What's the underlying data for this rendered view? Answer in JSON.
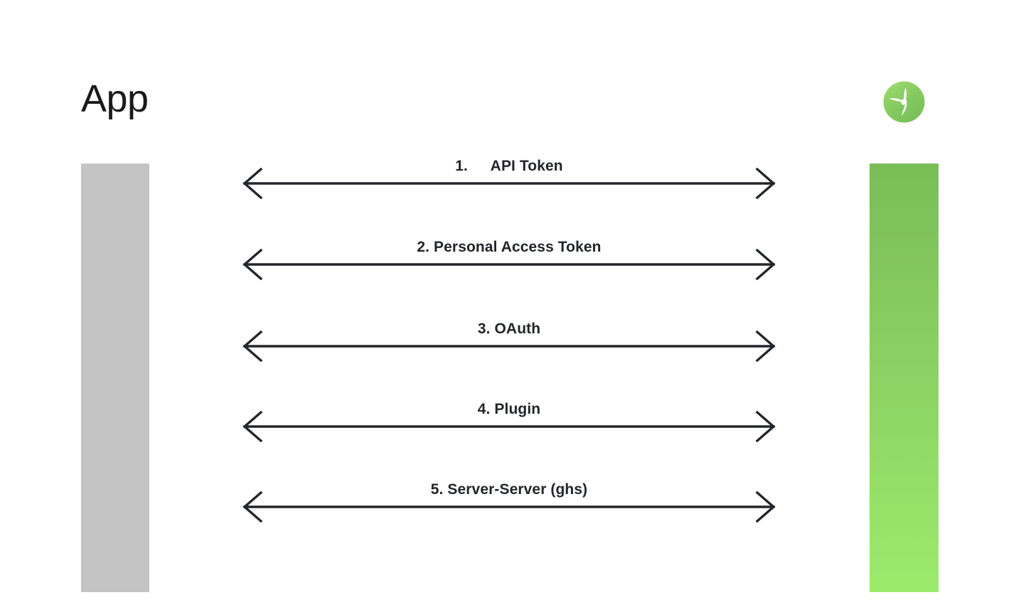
{
  "diagram": {
    "type": "sequence-diagram",
    "background_color": "#ffffff",
    "actors": {
      "left": {
        "title": "App",
        "lifeline_color": "#c4c4c4"
      },
      "right": {
        "title": "",
        "logo_icon": "propeller-logo-icon",
        "logo_circle_color_top": "#79bd57",
        "logo_circle_color_bottom": "#9ceb6c",
        "logo_blade_color": "#ffffff",
        "lifeline_gradient_top": "#79bd57",
        "lifeline_gradient_mid": "#8bd163",
        "lifeline_gradient_bottom": "#9ceb6c"
      }
    },
    "arrow_color": "#22262a",
    "arrow_style": "double-headed-open-v",
    "messages": [
      {
        "number": "1.",
        "label": "1.  API Token"
      },
      {
        "number": "2.",
        "label": "2. Personal Access Token"
      },
      {
        "number": "3.",
        "label": "3. OAuth"
      },
      {
        "number": "4.",
        "label": "4. Plugin"
      },
      {
        "number": "5.",
        "label": "5. Server-Server (ghs)"
      }
    ]
  }
}
